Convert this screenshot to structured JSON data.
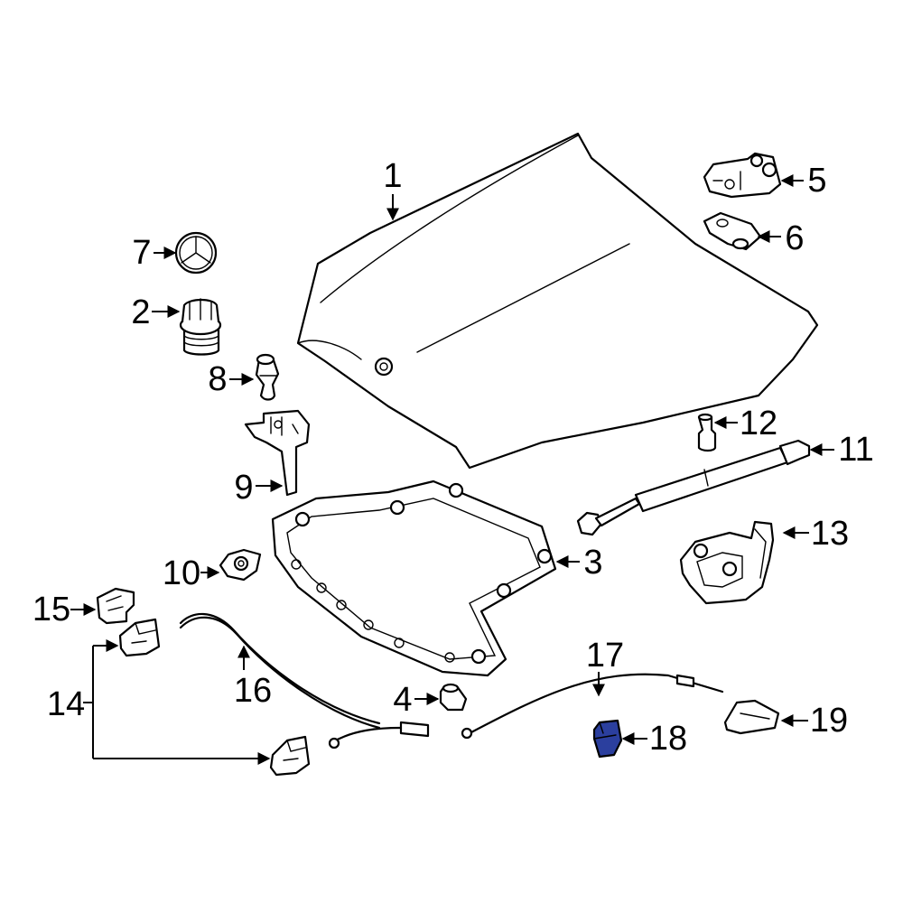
{
  "colors": {
    "highlight": "#2b3f9e",
    "outline": "#000000",
    "background": "#ffffff"
  },
  "callouts": {
    "c1": "1",
    "c2": "2",
    "c3": "3",
    "c4": "4",
    "c5": "5",
    "c6": "6",
    "c7": "7",
    "c8": "8",
    "c9": "9",
    "c10": "10",
    "c11": "11",
    "c12": "12",
    "c13": "13",
    "c14": "14",
    "c15": "15",
    "c16": "16",
    "c17": "17",
    "c18": "18",
    "c19": "19"
  },
  "highlighted_part": "18"
}
